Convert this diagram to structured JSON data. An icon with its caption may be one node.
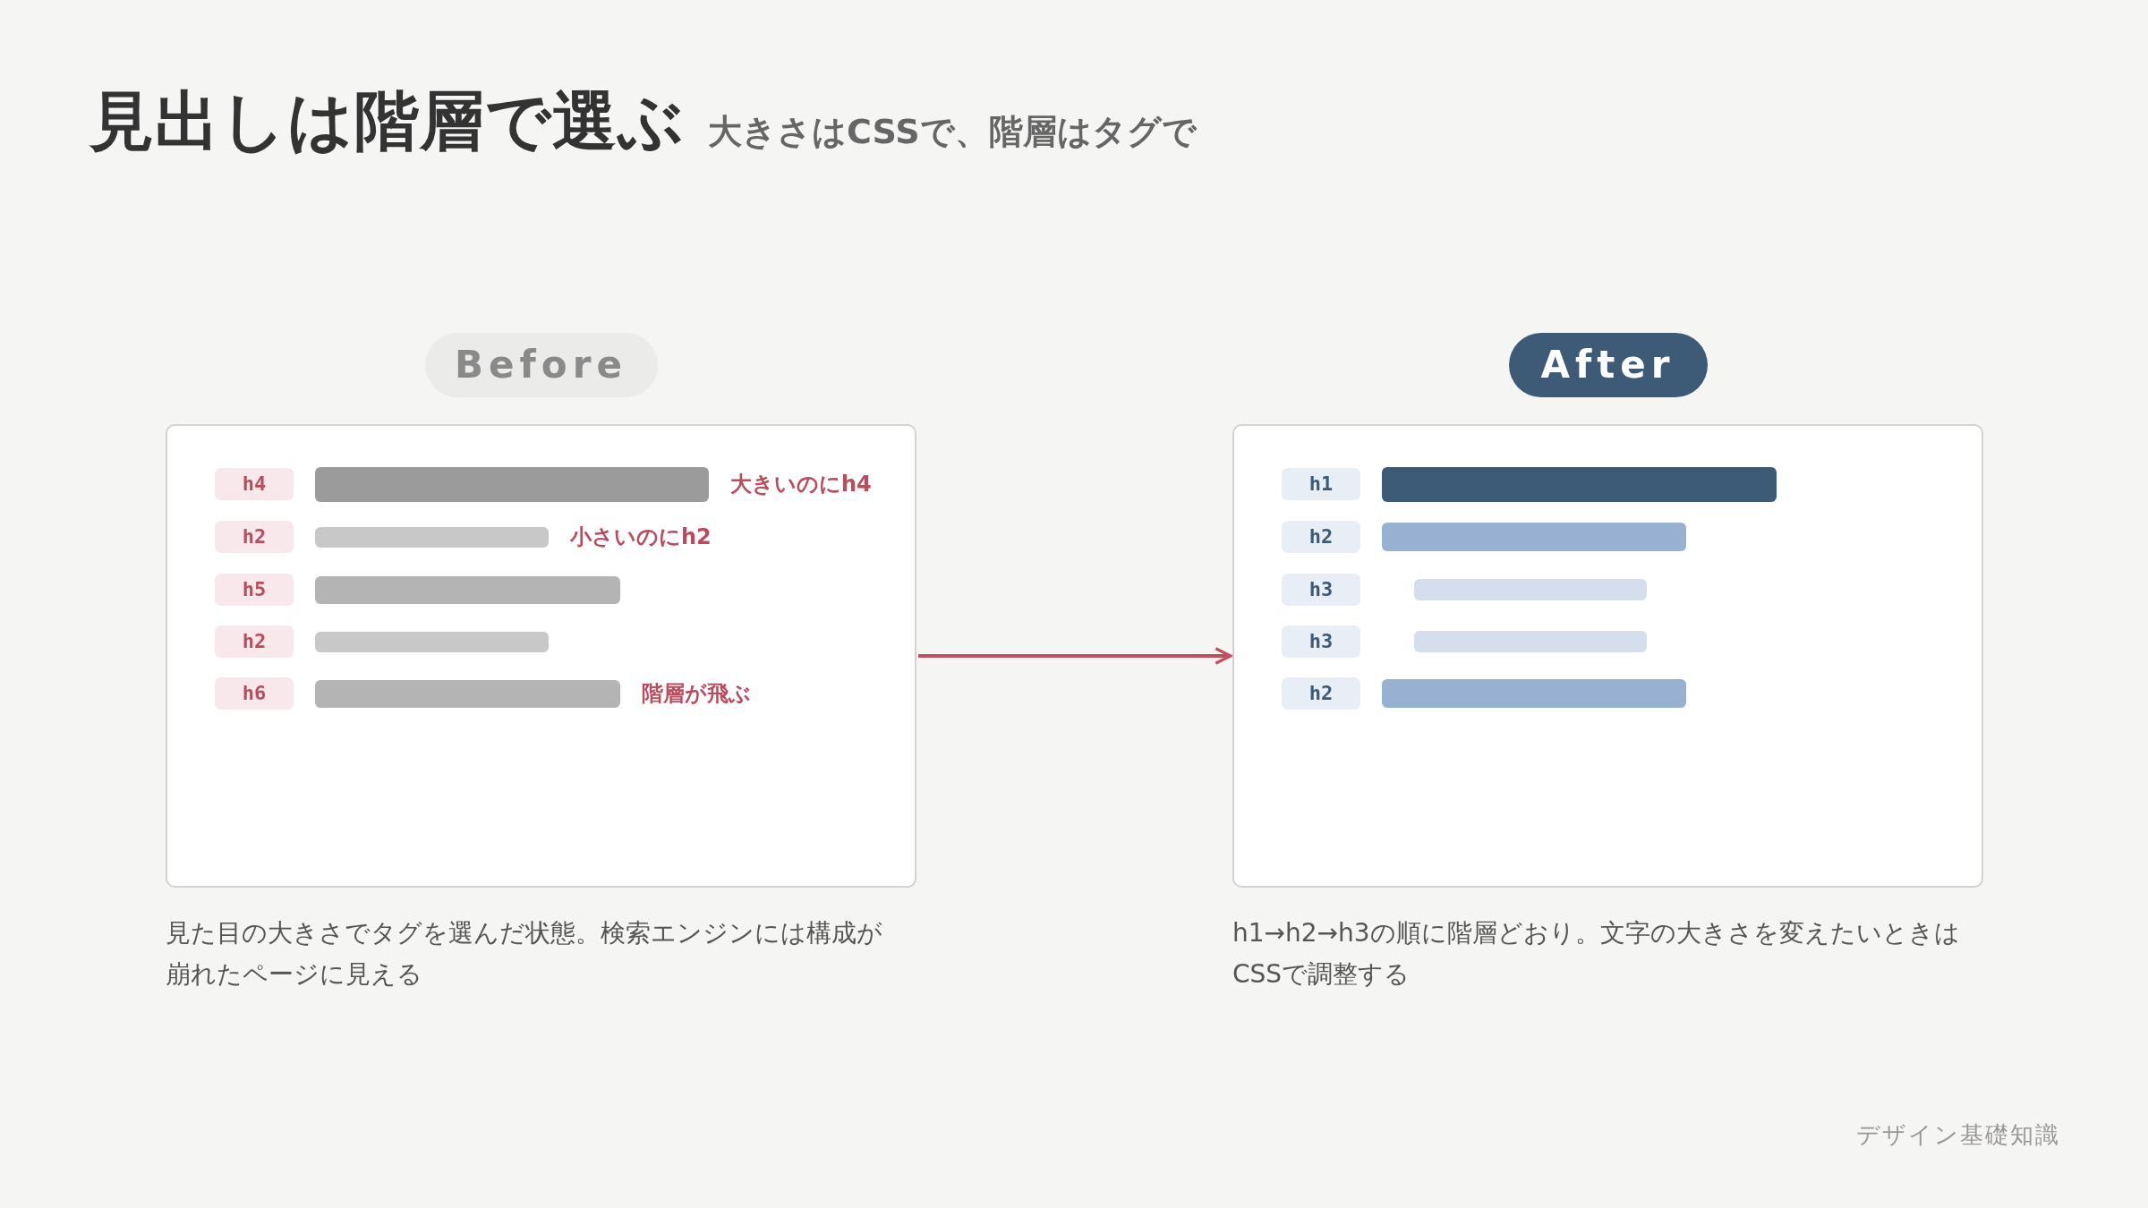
{
  "diagram": {
    "title": "見出しは階層で選ぶ",
    "nodes": [
      {
        "text": [
          "Before"
        ],
        "beside": [
          "見た目の大きさでタグを選んだ状態。検索エンジンには構成が崩れたページに見える"
        ]
      },
      {
        "text": [
          "h4"
        ],
        "in": 0
      },
      {
        "text": [],
        "shape": "bar",
        "in": 0,
        "beside": [
          "大きいのにh4"
        ]
      },
      {
        "text": [
          "h2"
        ],
        "in": 0
      },
      {
        "text": [],
        "shape": "bar",
        "in": 0,
        "beside": [
          "小さいのにh2"
        ]
      },
      {
        "text": [
          "h5"
        ],
        "in": 0
      },
      {
        "text": [],
        "shape": "bar",
        "in": 0
      },
      {
        "text": [
          "h2"
        ],
        "in": 0
      },
      {
        "text": [],
        "shape": "bar",
        "in": 0
      },
      {
        "text": [
          "h6"
        ],
        "in": 0
      },
      {
        "text": [],
        "shape": "bar",
        "in": 0,
        "beside": [
          "階層が飛ぶ"
        ]
      },
      {
        "text": [
          "After"
        ],
        "beside": [
          "h1→h2→h3の順に階層どおり。文字の大きさを変えたいときはCSSで調整する"
        ]
      },
      {
        "text": [
          "h1"
        ],
        "in": 11
      },
      {
        "text": [],
        "shape": "bar",
        "in": 11
      },
      {
        "text": [
          "h2"
        ],
        "in": 11
      },
      {
        "text": [],
        "shape": "bar",
        "in": 11
      },
      {
        "text": [
          "h3"
        ],
        "in": 11
      },
      {
        "text": [],
        "shape": "bar",
        "in": 11
      },
      {
        "text": [
          "h3"
        ],
        "in": 11
      },
      {
        "text": [],
        "shape": "bar",
        "in": 11
      },
      {
        "text": [
          "h2"
        ],
        "in": 11
      },
      {
        "text": [],
        "shape": "bar",
        "in": 11
      }
    ],
    "edges": [
      {
        "from": 0,
        "to": 11,
        "arrow": "to"
      }
    ],
    "labels": [
      "大きさはCSSで、階層はタグで",
      "デザイン基礎知識"
    ]
  }
}
